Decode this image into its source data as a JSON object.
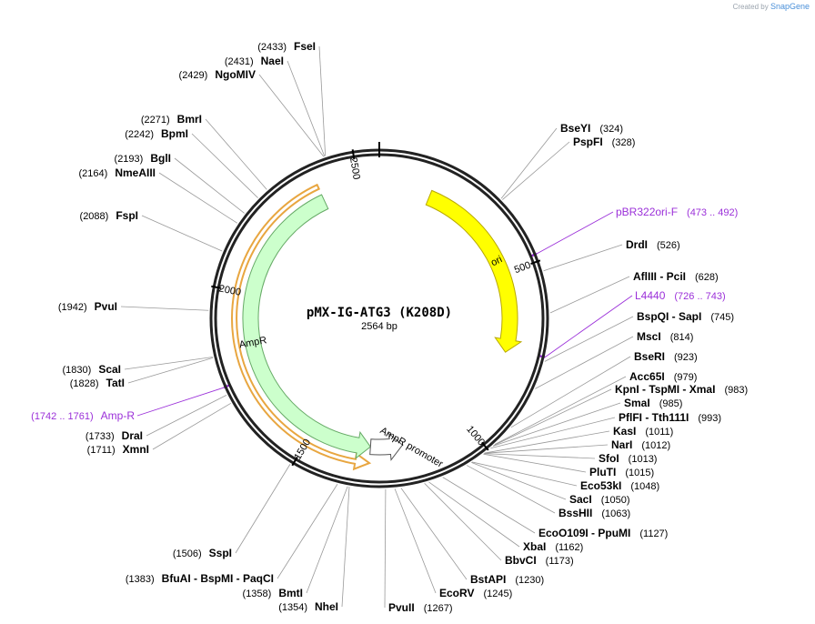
{
  "credit": {
    "created_by": "Created by",
    "brand": "SnapGene"
  },
  "plasmid": {
    "name": "pMX-IG-ATG3 (K208D)",
    "length_label": "2564 bp",
    "length_bp": 2564
  },
  "colors": {
    "backbone": "#222222",
    "ori": "#ffff00",
    "ori_stroke": "#b8a800",
    "ampr": "#ccffcc",
    "ampr_stroke": "#66aa66",
    "ampr_highlight": "#e8a640",
    "primer": "#9b30d9",
    "promoter": "#ffffff",
    "leader": "#999999"
  },
  "ticks": [
    {
      "bp": 500,
      "label": "500"
    },
    {
      "bp": 1000,
      "label": "1000"
    },
    {
      "bp": 1500,
      "label": "1500"
    },
    {
      "bp": 2000,
      "label": "2000"
    },
    {
      "bp": 2500,
      "label": "2500"
    }
  ],
  "features": [
    {
      "name": "ori",
      "label": "ori",
      "type": "ori",
      "start": 159,
      "end": 748,
      "direction": "forward"
    },
    {
      "name": "AmpR",
      "label": "AmpR",
      "type": "ampr",
      "start": 1310,
      "end": 2386,
      "direction": "reverse"
    },
    {
      "name": "AmpR promoter",
      "label": "AmpR promoter",
      "type": "promoter",
      "start": 1208,
      "end": 1310,
      "direction": "reverse"
    }
  ],
  "sites": [
    {
      "side": "left",
      "pos": "(2433)",
      "name": "FseI",
      "bp": 2433
    },
    {
      "side": "left",
      "pos": "(2431)",
      "name": "NaeI",
      "bp": 2431
    },
    {
      "side": "left",
      "pos": "(2429)",
      "name": "NgoMIV",
      "bp": 2429
    },
    {
      "side": "left",
      "pos": "(2271)",
      "name": "BmrI",
      "bp": 2271
    },
    {
      "side": "left",
      "pos": "(2242)",
      "name": "BpmI",
      "bp": 2242
    },
    {
      "side": "left",
      "pos": "(2193)",
      "name": "BglI",
      "bp": 2193
    },
    {
      "side": "left",
      "pos": "(2164)",
      "name": "NmeAIII",
      "bp": 2164
    },
    {
      "side": "left",
      "pos": "(2088)",
      "name": "FspI",
      "bp": 2088
    },
    {
      "side": "left",
      "pos": "(1942)",
      "name": "PvuI",
      "bp": 1942
    },
    {
      "side": "left",
      "pos": "(1830)",
      "name": "ScaI",
      "bp": 1830
    },
    {
      "side": "left",
      "pos": "(1828)",
      "name": "TatI",
      "bp": 1828
    },
    {
      "side": "left",
      "pos": "(1733)",
      "name": "DraI",
      "bp": 1733
    },
    {
      "side": "left",
      "pos": "(1711)",
      "name": "XmnI",
      "bp": 1711
    },
    {
      "side": "left",
      "pos": "(1506)",
      "name": "SspI",
      "bp": 1506
    },
    {
      "side": "left",
      "pos": "(1383)",
      "name": "BfuAI - BspMI - PaqCI",
      "bp": 1383
    },
    {
      "side": "left",
      "pos": "(1358)",
      "name": "BmtI",
      "bp": 1358
    },
    {
      "side": "left",
      "pos": "(1354)",
      "name": "NheI",
      "bp": 1354
    },
    {
      "side": "right",
      "pos": "(324)",
      "name": "BseYI",
      "bp": 324
    },
    {
      "side": "right",
      "pos": "(328)",
      "name": "PspFI",
      "bp": 328
    },
    {
      "side": "right",
      "pos": "(526)",
      "name": "DrdI",
      "bp": 526
    },
    {
      "side": "right",
      "pos": "(628)",
      "name": "AflIII - PciI",
      "bp": 628
    },
    {
      "side": "right",
      "pos": "(745)",
      "name": "BspQI - SapI",
      "bp": 745
    },
    {
      "side": "right",
      "pos": "(814)",
      "name": "MscI",
      "bp": 814
    },
    {
      "side": "right",
      "pos": "(923)",
      "name": "BseRI",
      "bp": 923
    },
    {
      "side": "right",
      "pos": "(979)",
      "name": "Acc65I",
      "bp": 979
    },
    {
      "side": "right",
      "pos": "(983)",
      "name": "KpnI - TspMI - XmaI",
      "bp": 983
    },
    {
      "side": "right",
      "pos": "(985)",
      "name": "SmaI",
      "bp": 985
    },
    {
      "side": "right",
      "pos": "(993)",
      "name": "PflFI - Tth111I",
      "bp": 993
    },
    {
      "side": "right",
      "pos": "(1011)",
      "name": "KasI",
      "bp": 1011
    },
    {
      "side": "right",
      "pos": "(1012)",
      "name": "NarI",
      "bp": 1012
    },
    {
      "side": "right",
      "pos": "(1013)",
      "name": "SfoI",
      "bp": 1013
    },
    {
      "side": "right",
      "pos": "(1015)",
      "name": "PluTI",
      "bp": 1015
    },
    {
      "side": "right",
      "pos": "(1048)",
      "name": "Eco53kI",
      "bp": 1048
    },
    {
      "side": "right",
      "pos": "(1050)",
      "name": "SacI",
      "bp": 1050
    },
    {
      "side": "right",
      "pos": "(1063)",
      "name": "BssHII",
      "bp": 1063
    },
    {
      "side": "right",
      "pos": "(1127)",
      "name": "EcoO109I - PpuMI",
      "bp": 1127
    },
    {
      "side": "right",
      "pos": "(1162)",
      "name": "XbaI",
      "bp": 1162
    },
    {
      "side": "right",
      "pos": "(1173)",
      "name": "BbvCI",
      "bp": 1173
    },
    {
      "side": "right",
      "pos": "(1230)",
      "name": "BstAPI",
      "bp": 1230
    },
    {
      "side": "right",
      "pos": "(1245)",
      "name": "EcoRV",
      "bp": 1245
    },
    {
      "side": "right",
      "pos": "(1267)",
      "name": "PvuII",
      "bp": 1267
    }
  ],
  "primers": [
    {
      "name": "pBR322ori-F",
      "range": "(473 .. 492)",
      "bp": 482,
      "side": "right"
    },
    {
      "name": "L4440",
      "range": "(726 .. 743)",
      "bp": 735,
      "side": "right"
    },
    {
      "name": "Amp-R",
      "range": "(1742 .. 1761)",
      "bp": 1752,
      "side": "left"
    }
  ]
}
